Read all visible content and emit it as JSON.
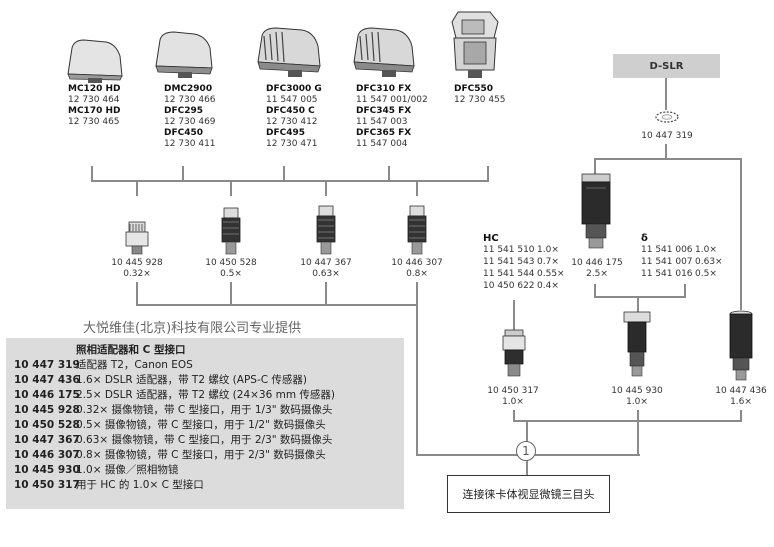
{
  "cameras": [
    {
      "lines": [
        {
          "name": "MC120 HD",
          "code": "12 730 464"
        },
        {
          "name": "MC170 HD",
          "code": "12 730 465"
        }
      ]
    },
    {
      "lines": [
        {
          "name": "DMC2900",
          "code": "12 730 466"
        },
        {
          "name": "DFC295",
          "code": "12 730 469"
        },
        {
          "name": "DFC450",
          "code": "12 730 411"
        }
      ]
    },
    {
      "lines": [
        {
          "name": "DFC3000 G",
          "code": "11 547 005"
        },
        {
          "name": "DFC450 C",
          "code": "12 730 412"
        },
        {
          "name": "DFC495",
          "code": "12 730 471"
        }
      ]
    },
    {
      "lines": [
        {
          "name": "DFC310 FX",
          "code": "11 547 001/002"
        },
        {
          "name": "DFC345 FX",
          "code": "11 547 003"
        },
        {
          "name": "DFC365 FX",
          "code": "11 547 004"
        }
      ]
    },
    {
      "lines": [
        {
          "name": "DFC550",
          "code": "12 730 455"
        }
      ]
    }
  ],
  "dslr": {
    "label": "D-SLR",
    "ring_code": "10 447 319"
  },
  "c_adapters": [
    {
      "code": "10 445 928",
      "mag": "0.32×"
    },
    {
      "code": "10 450 528",
      "mag": "0.5×"
    },
    {
      "code": "10 447 367",
      "mag": "0.63×"
    },
    {
      "code": "10 446 307",
      "mag": "0.8×"
    }
  ],
  "hc": {
    "title": "HC",
    "items": [
      {
        "code": "11 541 510",
        "mag": "1.0×"
      },
      {
        "code": "11 541 543",
        "mag": "0.7×"
      },
      {
        "code": "11 541 544",
        "mag": "0.55×"
      },
      {
        "code": "10 450 622",
        "mag": "0.4×"
      }
    ]
  },
  "dslr_adapter": {
    "code": "10 446 175",
    "mag": "2.5×"
  },
  "delta": {
    "title": "δ",
    "items": [
      {
        "code": "11 541 006",
        "mag": "1.0×"
      },
      {
        "code": "11 541 007",
        "mag": "0.63×"
      },
      {
        "code": "11 541 016",
        "mag": "0.5×"
      }
    ]
  },
  "bottom_parts": [
    {
      "code": "10 450 317",
      "mag": "1.0×"
    },
    {
      "code": "10 445 930",
      "mag": "1.0×"
    },
    {
      "code": "10 447 436",
      "mag": "1.6×"
    }
  ],
  "watermark": "大悦维佳(北京)科技有限公司专业提供",
  "table": {
    "title": "照相适配器和 C 型接口",
    "rows": [
      {
        "code": "10 447 319",
        "desc": "适配器 T2，Canon EOS"
      },
      {
        "code": "10 447 436",
        "desc": "1.6× DSLR 适配器，带 T2 螺纹 (APS-C 传感器)"
      },
      {
        "code": "10 446 175",
        "desc": "2.5× DSLR 适配器，带 T2 螺纹 (24×36 mm 传感器)"
      },
      {
        "code": "10 445 928",
        "desc": "0.32× 摄像物镜，带 C 型接口，用于 1/3\" 数码摄像头"
      },
      {
        "code": "10 450 528",
        "desc": "0.5× 摄像物镜，带 C 型接口，用于 1/2\" 数码摄像头"
      },
      {
        "code": "10 447 367",
        "desc": "0.63× 摄像物镜，带 C 型接口，用于 2/3\" 数码摄像头"
      },
      {
        "code": "10 446 307",
        "desc": "0.8× 摄像物镜，带 C 型接口，用于 2/3\" 数码摄像头"
      },
      {
        "code": "10 445 930",
        "desc": "1.0× 摄像／照相物镜"
      },
      {
        "code": "10 450 317",
        "desc": "用于 HC 的 1.0× C 型接口"
      }
    ]
  },
  "circle_label": "1",
  "connect_label": "连接徕卡体视显微镜三目头"
}
